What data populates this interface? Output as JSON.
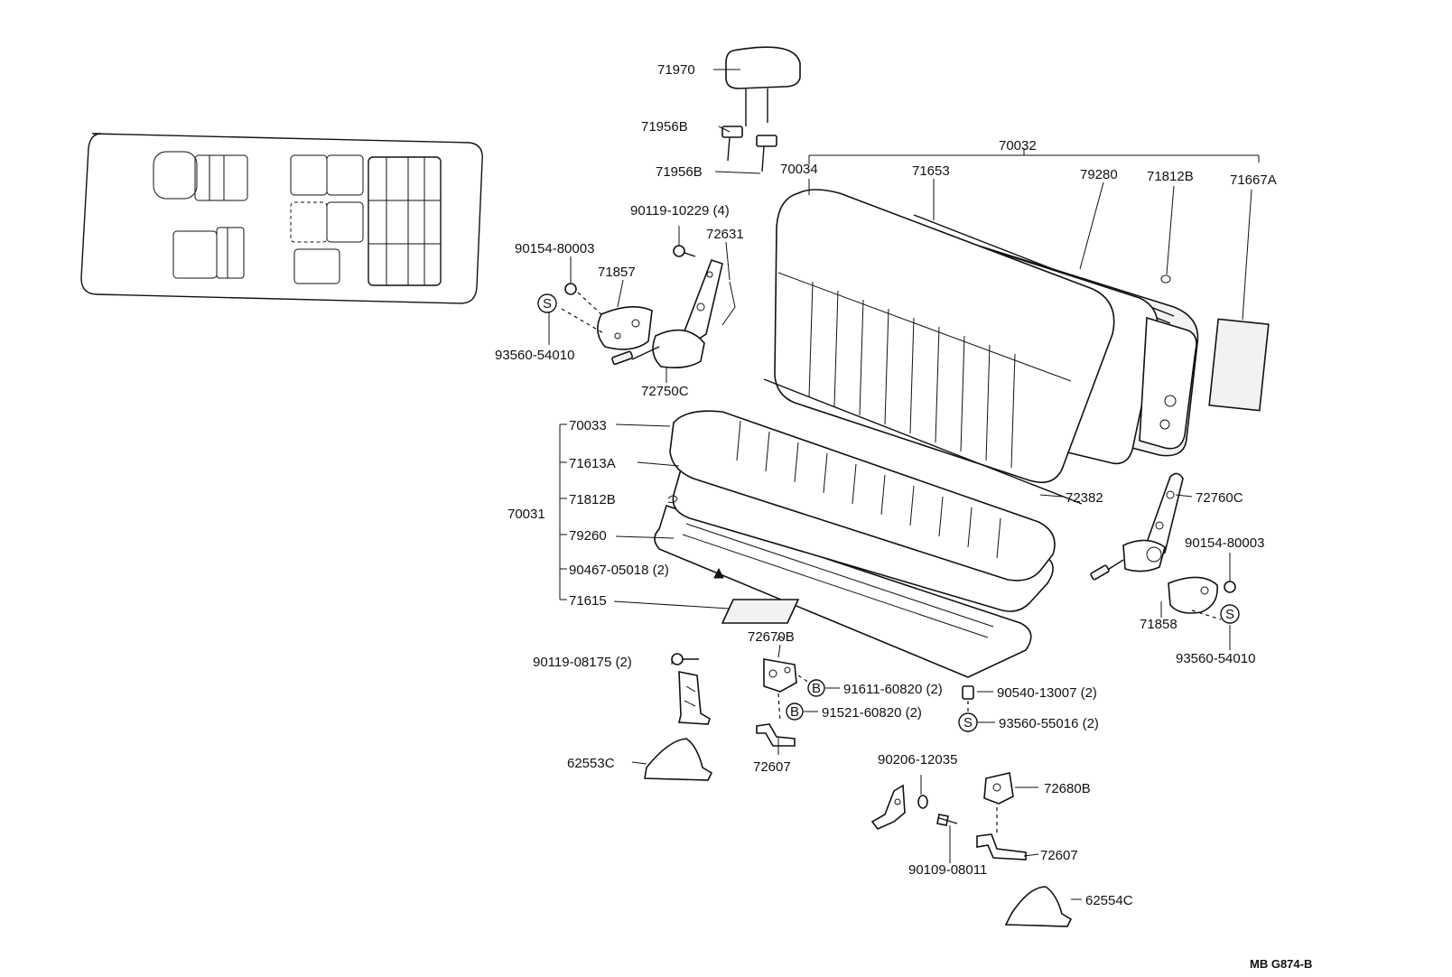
{
  "diagram": {
    "caption": "MB G874-B",
    "symbols": {
      "s": "S",
      "b": "B"
    },
    "labels": {
      "p71970": "71970",
      "p71956B_a": "71956B",
      "p71956B_b": "71956B",
      "p70032": "70032",
      "p70034": "70034",
      "p71653": "71653",
      "p79280": "79280",
      "p71812B_a": "71812B",
      "p71667A": "71667A",
      "p90119_10229": "90119-10229 (4)",
      "p90154_80003_a": "90154-80003",
      "p72631": "72631",
      "p71857": "71857",
      "p93560_54010_a": "93560-54010",
      "p72750C": "72750C",
      "p70033": "70033",
      "p71613A": "71613A",
      "p71812B_b": "71812B",
      "p70031": "70031",
      "p79260": "79260",
      "p90467_05018": "90467-05018 (2)",
      "p71615": "71615",
      "p72382": "72382",
      "p72760C": "72760C",
      "p90154_80003_b": "90154-80003",
      "p71858": "71858",
      "p93560_54010_b": "93560-54010",
      "p90119_08175": "90119-08175 (2)",
      "p72670B": "72670B",
      "p91611_60820": "91611-60820 (2)",
      "p91521_60820": "91521-60820 (2)",
      "p90540_13007": "90540-13007 (2)",
      "p93560_55016": "93560-55016 (2)",
      "p62553C": "62553C",
      "p72607_a": "72607",
      "p90206_12035": "90206-12035",
      "p72680B": "72680B",
      "p72607_b": "72607",
      "p90109_08011": "90109-08011",
      "p62554C": "62554C"
    }
  }
}
